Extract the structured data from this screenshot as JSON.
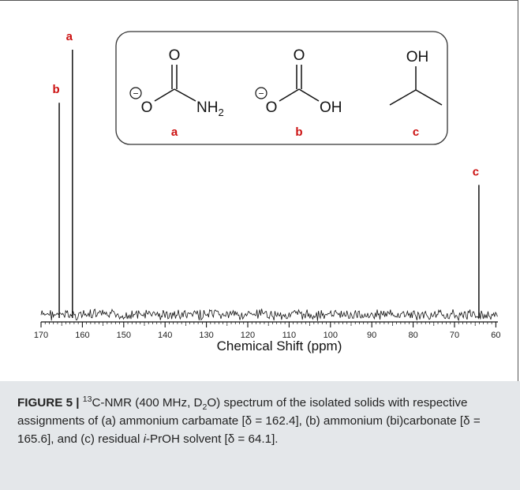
{
  "chart_data": {
    "type": "line",
    "xlabel": "Chemical Shift (ppm)",
    "xlim": [
      170,
      59.5
    ],
    "x_ticks": [
      170,
      160,
      150,
      140,
      130,
      120,
      110,
      100,
      90,
      80,
      70,
      60
    ],
    "series": [
      {
        "peaks": [
          {
            "label": "b",
            "x": 165.6,
            "intensity": 0.8
          },
          {
            "label": "a",
            "x": 162.4,
            "intensity": 1.0
          },
          {
            "label": "c",
            "x": 64.1,
            "intensity": 0.49
          }
        ]
      }
    ],
    "baseline_noise": true,
    "peak_label_color": "#cc1111"
  },
  "structures_inset": {
    "items": [
      {
        "label": "a",
        "atoms": {
          "top": "O",
          "left": "O",
          "right": "NH",
          "right_sub": "2"
        }
      },
      {
        "label": "b",
        "atoms": {
          "top": "O",
          "left": "O",
          "right": "OH"
        }
      },
      {
        "label": "c",
        "atoms": {
          "top": "OH"
        }
      }
    ],
    "charge_symbol": "−"
  },
  "caption": {
    "label": "FIGURE 5 |",
    "sup": "13",
    "p1": "C-NMR (400 MHz, D",
    "sub": "2",
    "p2": "O) spectrum of the isolated solids with respective assignments of (a) ammonium carbamate [δ = 162.4], (b) ammonium (bi)carbonate [δ = 165.6], and (c) residual ",
    "ital": "i",
    "p3": "-PrOH solvent [δ = 64.1]."
  }
}
